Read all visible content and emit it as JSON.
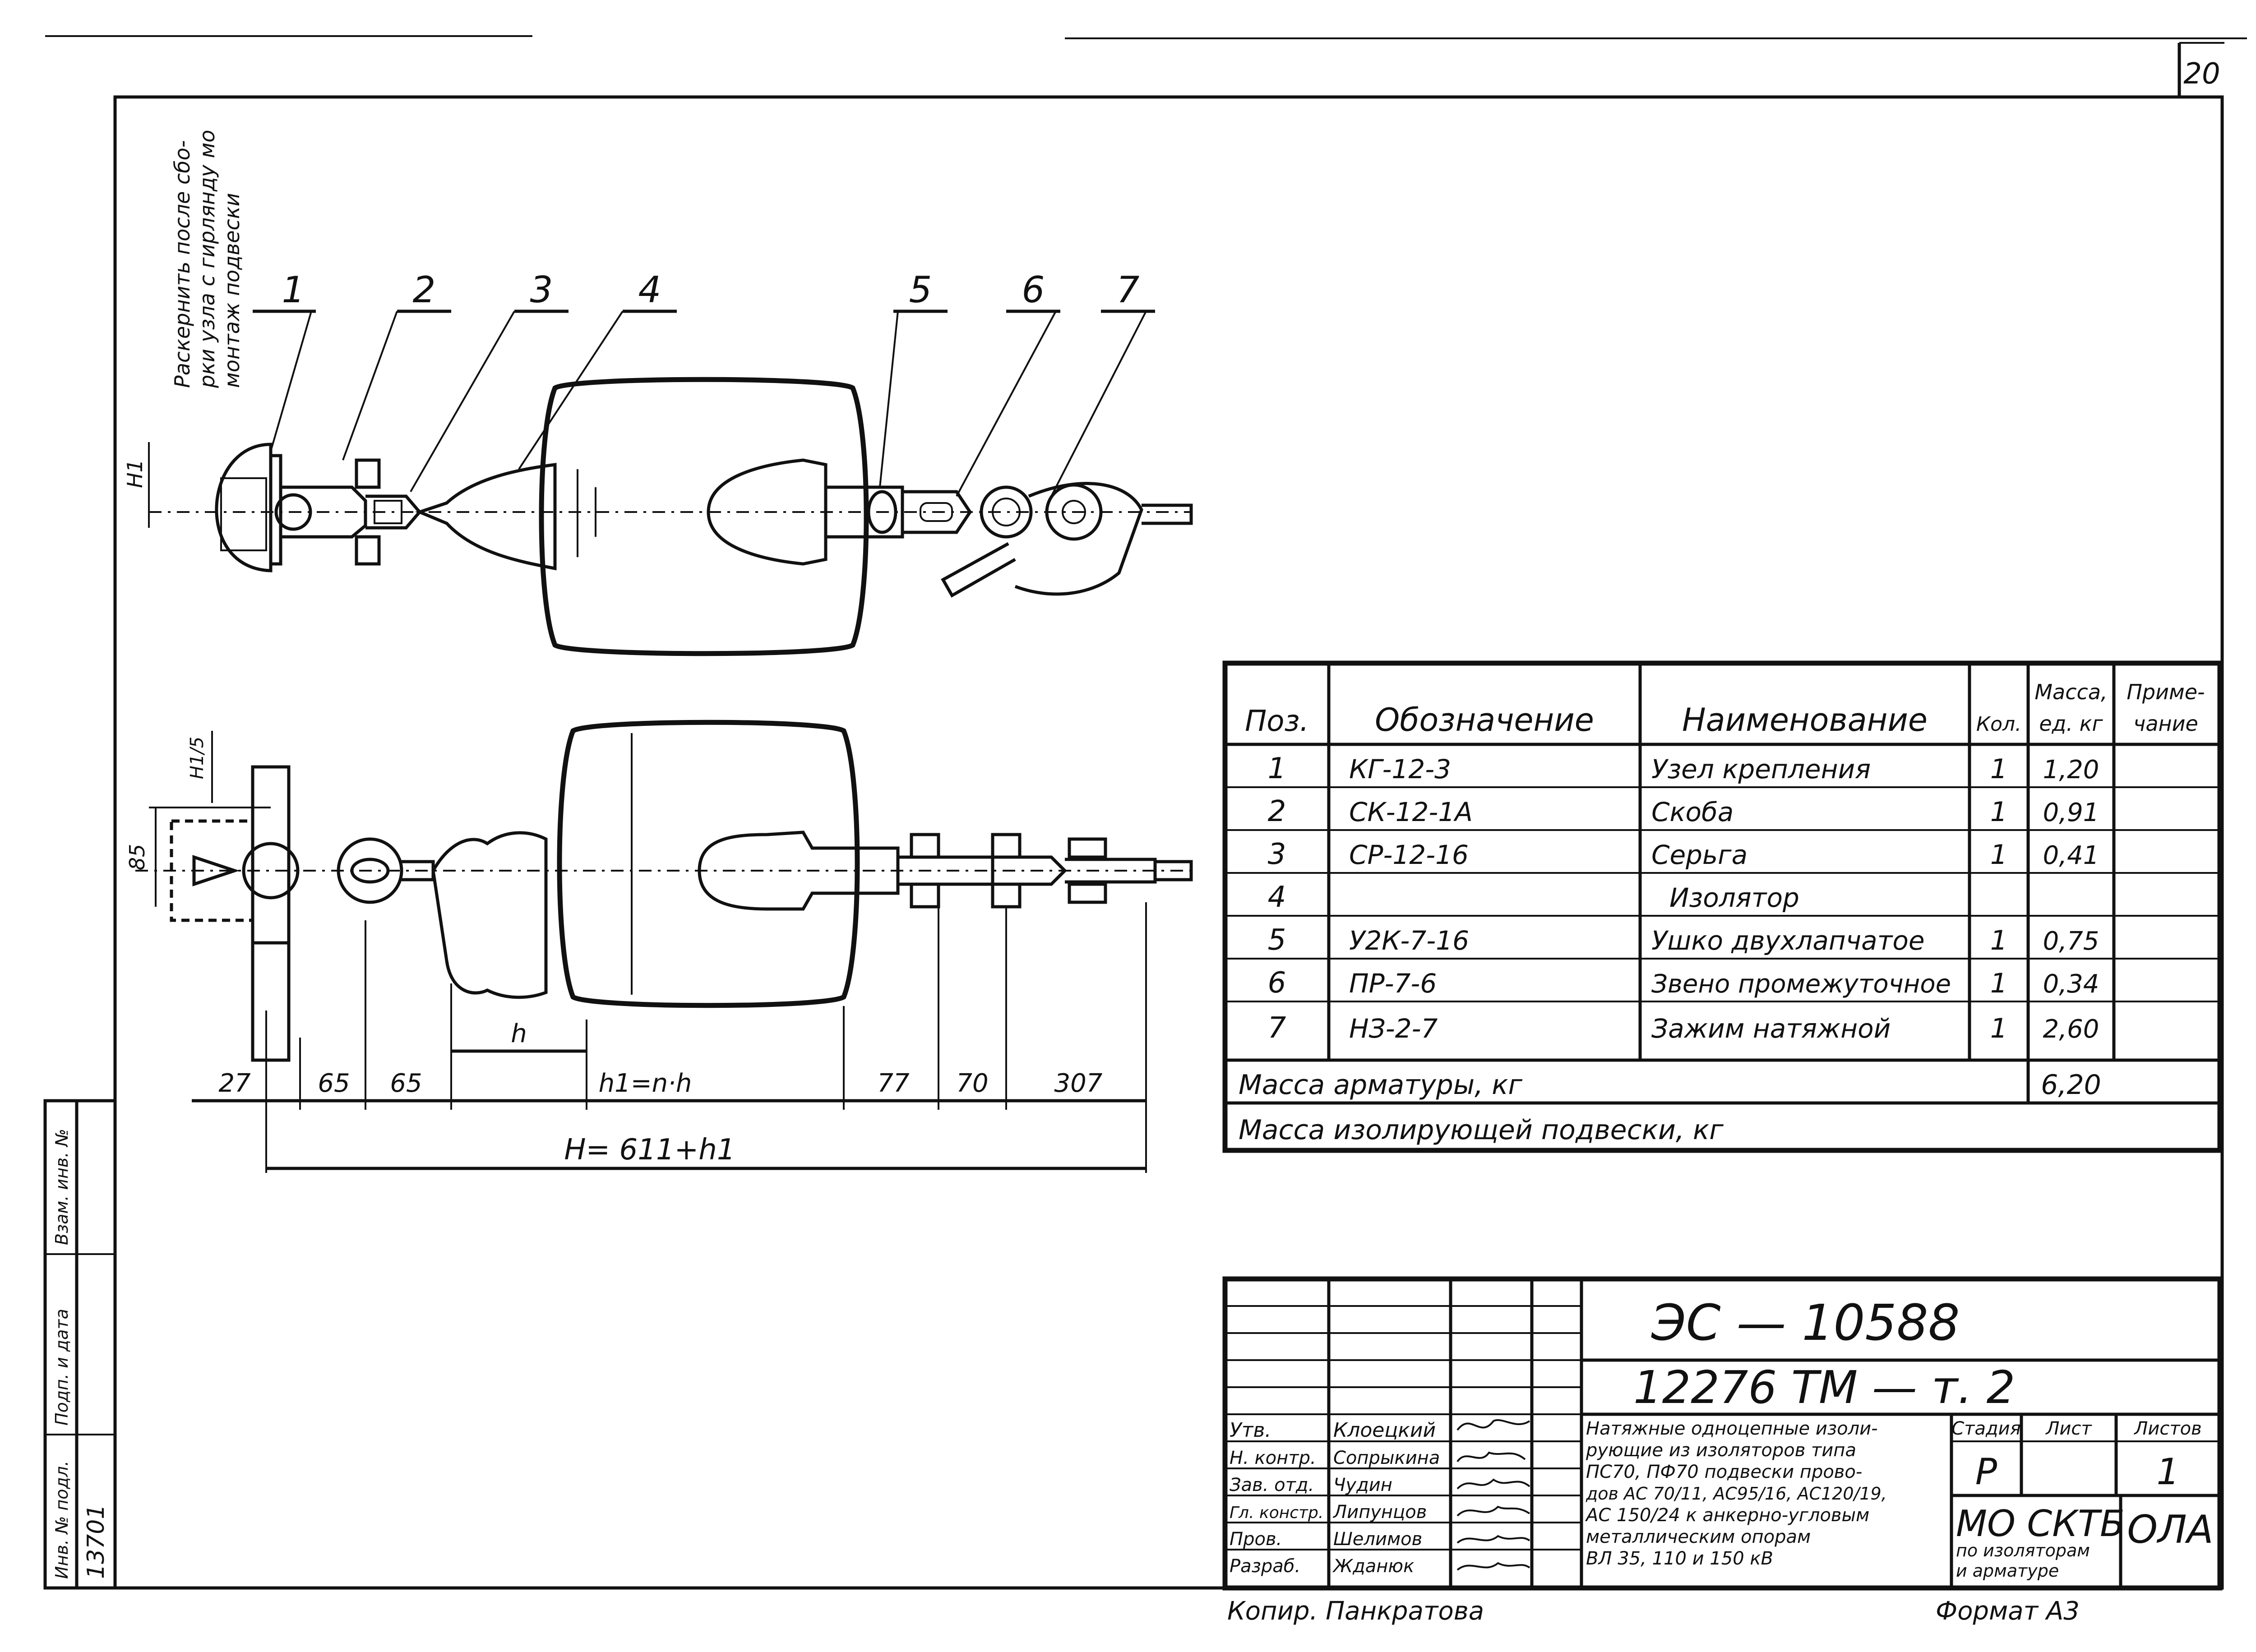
{
  "sheet": {
    "page_number": "20",
    "note_vertical": [
      "Раскернить после сбо-",
      "рки узла  с гирлянду мо",
      "монтаж подвески"
    ],
    "callouts": [
      "1",
      "2",
      "3",
      "4",
      "5",
      "6",
      "7"
    ],
    "dim_labels": {
      "h1_top": "H1",
      "h1_left": "H1/5",
      "dim_85": "85",
      "dim_h": "h",
      "seg_27": "27",
      "seg_65a": "65",
      "seg_65b": "65",
      "seg_h1": "h1=n·h",
      "seg_77": "77",
      "seg_70": "70",
      "seg_307": "307",
      "total": "H= 611+h1"
    },
    "side_stamp": [
      "Инв. № подл.",
      "Подп. и дата",
      "Взам. инв. №",
      "13701"
    ],
    "copier": "Копир.  Панкратова",
    "format": "Формат  А3"
  },
  "spec_table": {
    "headers": {
      "pos": "Поз.",
      "designation": "Обозначение",
      "name": "Наименование",
      "qty": "Кол.",
      "mass": [
        "Масса,",
        "ед. кг"
      ],
      "note": [
        "Приме-",
        "чание"
      ]
    },
    "rows": [
      {
        "pos": "1",
        "designation": "КГ-12-3",
        "name": "Узел крепления",
        "qty": "1",
        "mass": "1,20"
      },
      {
        "pos": "2",
        "designation": "СК-12-1А",
        "name": "Скоба",
        "qty": "1",
        "mass": "0,91"
      },
      {
        "pos": "3",
        "designation": "СР-12-16",
        "name": "Серьга",
        "qty": "1",
        "mass": "0,41"
      },
      {
        "pos": "4",
        "designation": "",
        "name": "Изолятор",
        "qty": "",
        "mass": ""
      },
      {
        "pos": "5",
        "designation": "У2К-7-16",
        "name": "Ушко двухлапчатое",
        "qty": "1",
        "mass": "0,75"
      },
      {
        "pos": "6",
        "designation": "ПР-7-6",
        "name": "Звено промежуточное",
        "qty": "1",
        "mass": "0,34"
      },
      {
        "pos": "7",
        "designation": "НЗ-2-7",
        "name": "Зажим натяжной",
        "qty": "1",
        "mass": "2,60"
      }
    ],
    "total_fittings_label": "Масса  арматуры, кг",
    "total_fittings_value": "6,20",
    "total_string_label": "Масса  изолирующей  подвески, кг"
  },
  "title_block": {
    "doc_code": "ЭС — 10588",
    "doc_number": "12276 ТМ  — т. 2",
    "roles": [
      {
        "role": "Утв.",
        "name": "Клоецкий"
      },
      {
        "role": "Н. контр.",
        "name": "Сопрыкина"
      },
      {
        "role": "Зав. отд.",
        "name": "Чудин"
      },
      {
        "role": "Гл. констр.",
        "name": "Липунцов"
      },
      {
        "role": "Пров.",
        "name": "Шелимов"
      },
      {
        "role": "Разраб.",
        "name": "Жданюк"
      }
    ],
    "description": [
      "Натяжные одноцепные изоли-",
      "рующие из изоляторов типа",
      "ПС70, ПФ70 подвески прово-",
      "дов АС 70/11, АС95/16, АС120/19,",
      "АС 150/24 к анкерно-угловым",
      "металлическим опорам",
      "ВЛ 35, 110 и 150 кВ"
    ],
    "stage_label": "Стадия",
    "sheet_label": "Лист",
    "sheets_label": "Листов",
    "stage_value": "Р",
    "sheets_value": "1",
    "org_name": "МО СКТБ",
    "org_sub": [
      "по изоляторам",
      "и арматуре"
    ],
    "org_logo_text": "ОЛА"
  }
}
